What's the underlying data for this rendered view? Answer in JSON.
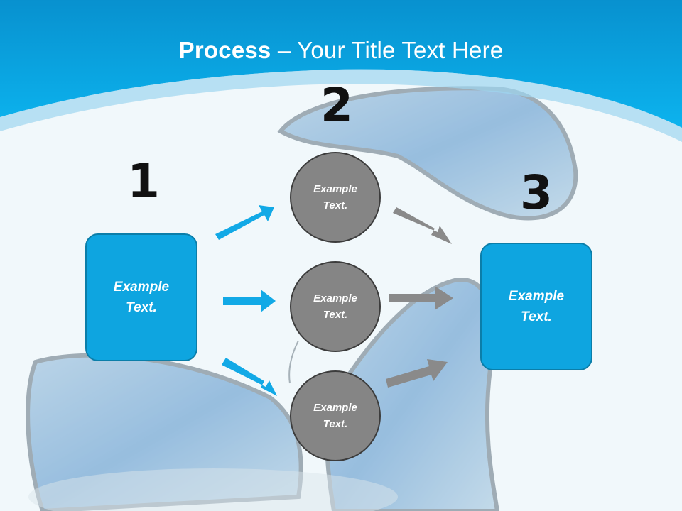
{
  "slide": {
    "title_bold": "Process",
    "title_rest": " – Your Title Text Here"
  },
  "steps": {
    "one": {
      "number": "1"
    },
    "two": {
      "number": "2"
    },
    "three": {
      "number": "3"
    }
  },
  "nodes": {
    "start_box": "Example\nText.",
    "circle_top": "Example\nText.",
    "circle_middle": "Example\nText.",
    "circle_bottom": "Example\nText.",
    "end_box": "Example\nText."
  },
  "colors": {
    "header_blue": "#0aa8e6",
    "box_fill": "#0ea5e0",
    "circle_fill": "#858585",
    "blue_arrow": "#12a9e6",
    "gray_arrow": "#8a8a8a"
  }
}
